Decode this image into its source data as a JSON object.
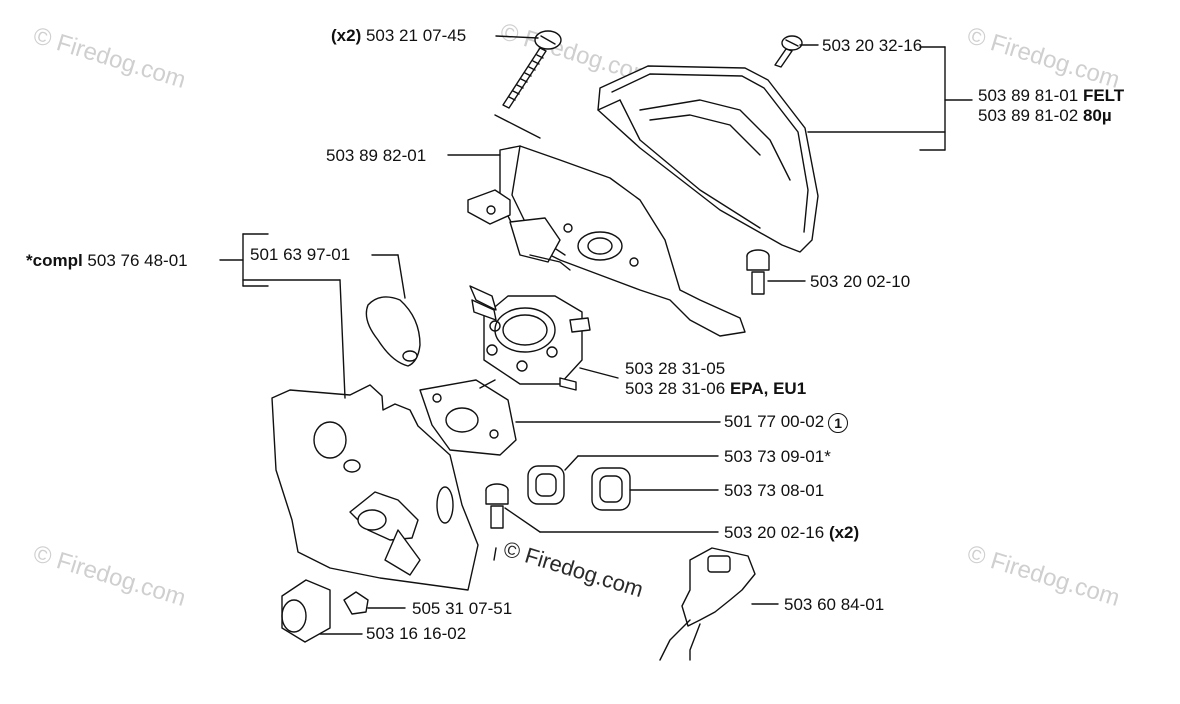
{
  "watermarks": {
    "corner": "© Firedog.com",
    "center": "© Firedog.com"
  },
  "labels": {
    "p01": {
      "prefix": "(x2)",
      "text": "503 21 07-45"
    },
    "p02": {
      "text": "503 20 32-16"
    },
    "p03a": {
      "text": "503 89 81-01",
      "suffix": "FELT"
    },
    "p03b": {
      "text": "503 89 81-02",
      "suffix": "80µ"
    },
    "p04": {
      "text": "503 89 82-01"
    },
    "p05": {
      "text": "503 20 02-10"
    },
    "p06": {
      "prefix": "*compl",
      "text": "503 76 48-01"
    },
    "p07": {
      "text": "501 63 97-01"
    },
    "p08a": {
      "text": "503 28 31-05"
    },
    "p08b": {
      "text": "503 28 31-06",
      "suffix": "EPA, EU1"
    },
    "p09": {
      "text": "501 77 00-02",
      "marker": "1"
    },
    "p10": {
      "text": "503 73 09-01*"
    },
    "p11": {
      "text": "503 73 08-01"
    },
    "p12": {
      "text": "503 20 02-16",
      "suffix": "(x2)"
    },
    "p13": {
      "text": "505 31 07-51"
    },
    "p14": {
      "text": "503 16 16-02"
    },
    "p15": {
      "text": "503 60 84-01"
    }
  },
  "colors": {
    "line": "#111111",
    "watermark": "#cfcfcf",
    "part_fill": "#ffffff",
    "part_shade": "#e6e6e6"
  }
}
